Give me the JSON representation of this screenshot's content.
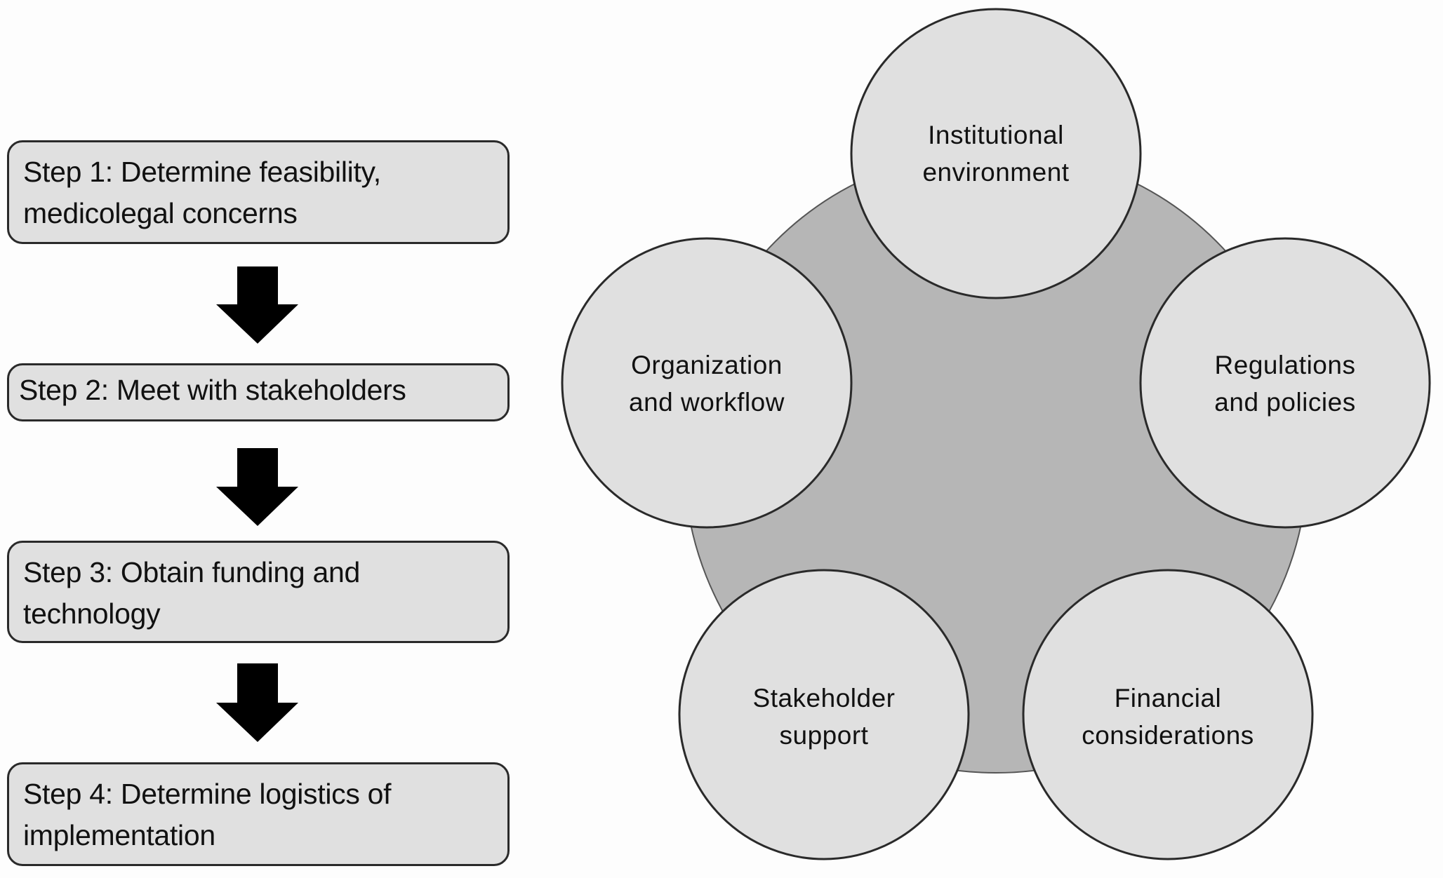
{
  "figure": {
    "left_panel": {
      "title": "Implementation steps",
      "steps": [
        {
          "label": "Step 1: Determine feasibility, medicolegal concerns",
          "lines": [
            "Step 1: Determine feasibility,",
            "medicolegal concerns"
          ]
        },
        {
          "label": "Step 2: Meet with stakeholders",
          "lines": [
            "Step 2: Meet with stakeholders"
          ]
        },
        {
          "label": "Step 3: Obtain funding and technology",
          "lines": [
            "Step 3: Obtain funding and",
            "technology"
          ]
        },
        {
          "label": "Step 4: Determine logistics of implementation",
          "lines": [
            "Step 4: Determine logistics of",
            "implementation"
          ]
        }
      ],
      "connector_icon": "down-arrow-icon"
    },
    "right_panel": {
      "factors": [
        {
          "label": "Institutional environment",
          "lines": [
            "Institutional",
            "environment"
          ],
          "position": "top"
        },
        {
          "label": "Regulations and policies",
          "lines": [
            "Regulations",
            "and policies"
          ],
          "position": "upper-right"
        },
        {
          "label": "Financial considerations",
          "lines": [
            "Financial",
            "considerations"
          ],
          "position": "lower-right"
        },
        {
          "label": "Stakeholder support",
          "lines": [
            "Stakeholder",
            "support"
          ],
          "position": "lower-left"
        },
        {
          "label": "Organization and workflow",
          "lines": [
            "Organization",
            "and workflow"
          ],
          "position": "upper-left"
        }
      ]
    },
    "colors": {
      "background": "#fdfdfd",
      "box_fill": "#e0e0e0",
      "hub_fill": "#b6b6b6",
      "circle_fill": "#e0e0e0",
      "stroke": "#2a2a2a",
      "arrow": "#000000",
      "text": "#111111"
    }
  }
}
